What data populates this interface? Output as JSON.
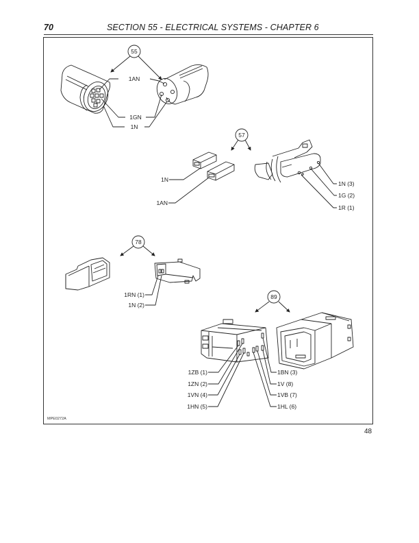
{
  "header": {
    "page_number": "70",
    "section_title": "SECTION 55 - ELECTRICAL SYSTEMS - CHAPTER 6"
  },
  "figure": {
    "figure_id": "MPE0272A",
    "callouts": [
      {
        "number": "55",
        "labels": [
          "1AN",
          "1GN",
          "1N"
        ]
      },
      {
        "number": "57",
        "labels_left": [
          "1N",
          "1AN"
        ],
        "labels_right": [
          "1N (3)",
          "1G (2)",
          "1R (1)"
        ]
      },
      {
        "number": "78",
        "labels": [
          "1RN (1)",
          "1N (2)"
        ]
      },
      {
        "number": "89",
        "labels_left": [
          "1ZB (1)",
          "1ZN (2)",
          "1VN (4)",
          "1HN (5)"
        ],
        "labels_right": [
          "1BN (3)",
          "1V (8)",
          "1VB (7)",
          "1HL (6)"
        ]
      }
    ]
  },
  "footer": {
    "folio": "48"
  }
}
